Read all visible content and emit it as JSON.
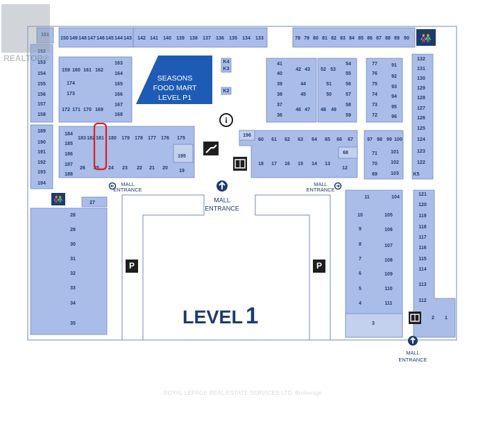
{
  "watermark": "REALTOR®",
  "footer_watermark": "ROYAL LEPAGE REAL ESTATE SERVICES LTD. Brokerage",
  "level_title": "LEVEL",
  "level_number": "1",
  "food_mart": [
    "SEASONS",
    "FOOD MART",
    "LEVEL P1"
  ],
  "entrances": {
    "center": [
      "MALL",
      "ENTRANCE"
    ],
    "left": [
      "MALL",
      "ENTRANCE"
    ],
    "right": [
      "MALL",
      "ENTRANCE"
    ],
    "bottom": [
      "MALL",
      "ENTRANCE"
    ]
  },
  "parking_label": "P",
  "info_label": "i",
  "colors": {
    "unit_fill": "#a9bde8",
    "unit_stroke": "#6f88c2",
    "text": "#1e3a6e",
    "highlight": "#e21b1b",
    "food_mart": "#1d5bb5"
  },
  "units": {
    "top_row": [
      "151",
      "150",
      "149",
      "148",
      "147",
      "146",
      "145",
      "144",
      "143",
      "142",
      "141",
      "140",
      "139",
      "138",
      "137",
      "136",
      "135",
      "134",
      "133"
    ],
    "top_right_row": [
      "78",
      "79",
      "80",
      "81",
      "82",
      "83",
      "84",
      "85",
      "86",
      "87",
      "88",
      "89",
      "90"
    ],
    "left_column": [
      "152",
      "153",
      "154",
      "155",
      "156",
      "157",
      "158"
    ],
    "block_159": [
      "159",
      "160",
      "161",
      "162",
      "163",
      "164",
      "165",
      "166",
      "167",
      "168",
      "174",
      "173",
      "172",
      "171",
      "170",
      "169"
    ],
    "k_units": [
      "K4",
      "K3",
      "K2"
    ],
    "block_41": [
      "41",
      "42",
      "43",
      "40",
      "39",
      "44",
      "38",
      "45",
      "37",
      "46",
      "47",
      "36"
    ],
    "block_52": [
      "52",
      "53",
      "54",
      "55",
      "51",
      "56",
      "50",
      "57",
      "48",
      "49",
      "58",
      "59"
    ],
    "block_77": [
      "77",
      "91",
      "76",
      "92",
      "75",
      "93",
      "74",
      "94",
      "73",
      "95",
      "72",
      "96"
    ],
    "right_column": [
      "132",
      "131",
      "130",
      "129",
      "128",
      "127",
      "126",
      "125",
      "124",
      "123",
      "122",
      "K5"
    ],
    "left_mid": [
      "189",
      "190",
      "191",
      "192",
      "193",
      "194"
    ],
    "row_184": [
      "184",
      "183",
      "182",
      "181",
      "180",
      "179",
      "178",
      "177",
      "176",
      "175",
      "185",
      "186",
      "187",
      "188",
      "26",
      "25",
      "24",
      "23",
      "22",
      "21",
      "20",
      "19",
      "195"
    ],
    "row_196": [
      "196",
      "60",
      "61",
      "62",
      "63",
      "64",
      "65",
      "66",
      "67",
      "68",
      "18",
      "17",
      "16",
      "15",
      "14",
      "13",
      "12"
    ],
    "block_97": [
      "97",
      "98",
      "99",
      "100",
      "71",
      "101",
      "70",
      "102",
      "69",
      "103"
    ],
    "left_big": [
      "27",
      "28",
      "29",
      "30",
      "31",
      "32",
      "33",
      "34",
      "35"
    ],
    "right_big": [
      "11",
      "104",
      "10",
      "105",
      "9",
      "106",
      "8",
      "107",
      "7",
      "108",
      "6",
      "109",
      "5",
      "110",
      "4",
      "111",
      "3"
    ],
    "right_tall": [
      "121",
      "120",
      "119",
      "118",
      "117",
      "116",
      "115",
      "114",
      "113",
      "112",
      "2",
      "1"
    ]
  }
}
